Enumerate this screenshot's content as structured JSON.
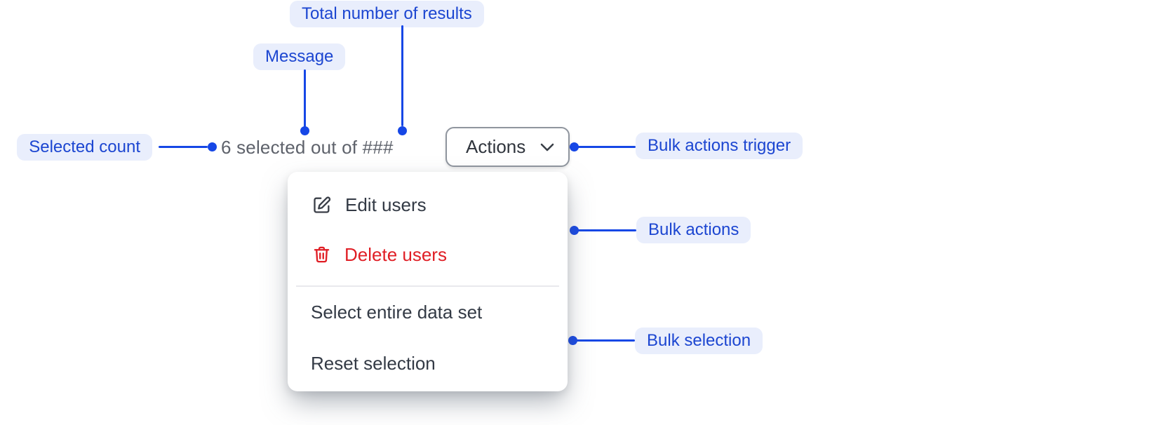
{
  "annotations": {
    "total_results": {
      "label": "Total number of results"
    },
    "message": {
      "label": "Message"
    },
    "selected_count": {
      "label": "Selected count"
    },
    "bulk_actions_trigger": {
      "label": "Bulk actions trigger"
    },
    "bulk_actions": {
      "label": "Bulk actions"
    },
    "bulk_selection": {
      "label": "Bulk selection"
    }
  },
  "bulk_bar": {
    "selection_message": "6 selected out of ###",
    "actions_button": {
      "label": "Actions",
      "icon": "chevron-down-icon"
    }
  },
  "actions_menu": {
    "items": [
      {
        "label": "Edit users",
        "icon": "pencil-square-icon",
        "variant": "default"
      },
      {
        "label": "Delete users",
        "icon": "trash-icon",
        "variant": "danger"
      }
    ],
    "selection_items": [
      {
        "label": "Select entire data set"
      },
      {
        "label": "Reset selection"
      }
    ]
  },
  "colors": {
    "annotation_accent": "#1c46d1",
    "annotation_line": "#1647e6",
    "annotation_bg": "#e9eefc",
    "danger": "#e01f26",
    "muted_text": "#5e626b",
    "menu_text": "#333a45"
  }
}
